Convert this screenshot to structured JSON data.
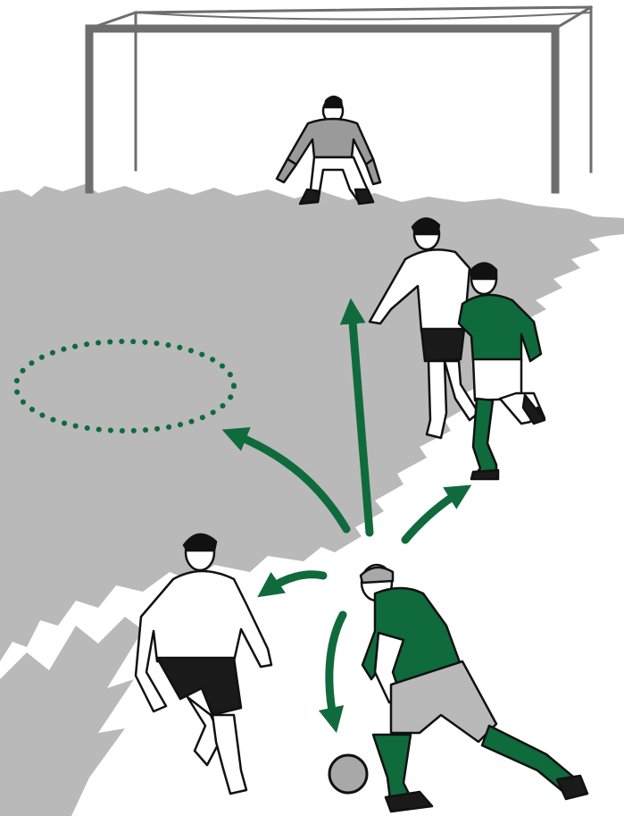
{
  "scene": {
    "kind": "illustration",
    "colors": {
      "background": "#ffffff",
      "pitch_shadow": "#b9b9b9",
      "goal_frame": "#6e6e6e",
      "accent_green": "#0f6a3c",
      "kit_dark": "#1a1a1a",
      "skin_white": "#ffffff",
      "keeper_grey": "#9a9a9a",
      "ball": "#a8a8a8"
    },
    "elements": {
      "goal": "goal-frame",
      "goalkeeper": "goalkeeper-figure",
      "defenders": [
        "defender-white-upper",
        "defender-white-lower"
      ],
      "attackers": [
        "attacker-green-upper",
        "attacker-green-ball-carrier"
      ],
      "ball": "ball",
      "target_zone": "dotted-target-zone",
      "pass_arrows": [
        "arrow-long-upfield",
        "arrow-left-diagonal",
        "arrow-right-diagonal",
        "arrow-short-left",
        "arrow-down-to-ball"
      ]
    }
  }
}
